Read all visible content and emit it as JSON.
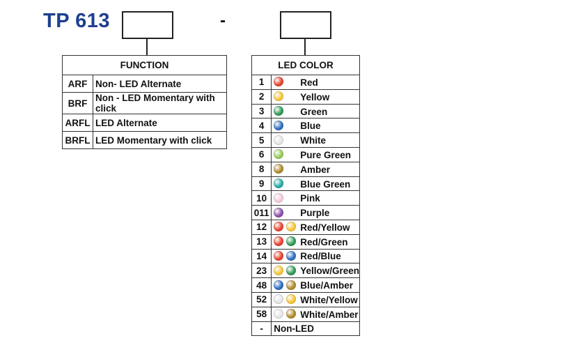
{
  "title": "TP 613",
  "separator": "-",
  "function_table": {
    "header": "FUNCTION",
    "rows": [
      {
        "code": "ARF",
        "desc": "Non- LED Alternate"
      },
      {
        "code": "BRF",
        "desc": "Non - LED Momentary with click"
      },
      {
        "code": "ARFL",
        "desc": "LED Alternate"
      },
      {
        "code": "BRFL",
        "desc": "LED Momentary with click"
      }
    ]
  },
  "led_table": {
    "header": "LED COLOR",
    "rows": [
      {
        "code": "1",
        "label": "Red",
        "colors": [
          "#e8432e"
        ]
      },
      {
        "code": "2",
        "label": "Yellow",
        "colors": [
          "#f7c63a"
        ]
      },
      {
        "code": "3",
        "label": "Green",
        "colors": [
          "#2f9a55"
        ]
      },
      {
        "code": "4",
        "label": "Blue",
        "colors": [
          "#2f6fc0"
        ]
      },
      {
        "code": "5",
        "label": "White",
        "colors": [
          "#e6e6e6"
        ]
      },
      {
        "code": "6",
        "label": "Pure Green",
        "colors": [
          "#95cc5a"
        ]
      },
      {
        "code": "8",
        "label": "Amber",
        "colors": [
          "#b08a2e"
        ]
      },
      {
        "code": "9",
        "label": "Blue Green",
        "colors": [
          "#23aaa4"
        ]
      },
      {
        "code": "10",
        "label": "Pink",
        "colors": [
          "#f6c9de"
        ]
      },
      {
        "code": "011",
        "label": "Purple",
        "colors": [
          "#8a4fa8"
        ]
      },
      {
        "code": "12",
        "label": "Red/Yellow",
        "colors": [
          "#e8432e",
          "#f7c63a"
        ]
      },
      {
        "code": "13",
        "label": "Red/Green",
        "colors": [
          "#e8432e",
          "#2f9a55"
        ]
      },
      {
        "code": "14",
        "label": "Red/Blue",
        "colors": [
          "#e8432e",
          "#2f6fc0"
        ]
      },
      {
        "code": "23",
        "label": "Yellow/Green",
        "colors": [
          "#f7c63a",
          "#2f9a55"
        ]
      },
      {
        "code": "48",
        "label": "Blue/Amber",
        "colors": [
          "#2f6fc0",
          "#b08a2e"
        ]
      },
      {
        "code": "52",
        "label": "White/Yellow",
        "colors": [
          "#e6e6e6",
          "#f7c63a"
        ]
      },
      {
        "code": "58",
        "label": "White/Amber",
        "colors": [
          "#e6e6e6",
          "#b08a2e"
        ]
      },
      {
        "code": "-",
        "label": "Non-LED",
        "colors": []
      }
    ]
  }
}
